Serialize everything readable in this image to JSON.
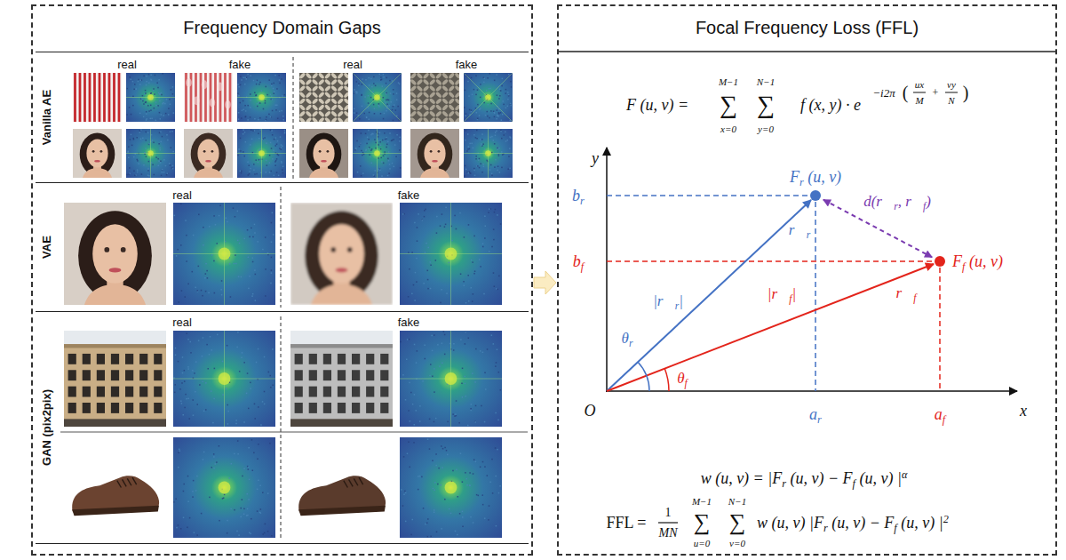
{
  "diagram": {
    "nodes": [
      {
        "text": [
          "Frequency Domain Gaps"
        ]
      },
      {
        "text": [
          "Vanilla AE"
        ],
        "in": 0
      },
      {
        "text": [
          "VAE"
        ],
        "in": 0
      },
      {
        "text": [
          "GAN (pix2pix)"
        ],
        "in": 0
      },
      {
        "text": [
          "Focal Frequency Loss (FFL)"
        ]
      },
      {
        "text": [
          "Fr (u, v)"
        ],
        "in": 4
      },
      {
        "text": [
          "Ff (u, v)"
        ],
        "in": 4
      }
    ],
    "edges": [
      {
        "from": 0,
        "to": 4,
        "arrow": "to"
      },
      {
        "from": 5,
        "to": 6,
        "arrow": "both",
        "label": "d(r⃗r, r⃗f)"
      }
    ],
    "labels": [
      "real",
      "fake",
      "real",
      "fake",
      "real",
      "fake",
      "real",
      "fake",
      "F (u, v) =",
      "M−1",
      "∑",
      "x=0",
      "N−1",
      "∑",
      "y=0",
      "f (x, y) · e",
      "−i2π",
      "(",
      "ux",
      "M",
      "+",
      "vy",
      "N",
      ")",
      "y",
      "br",
      "bf",
      "O",
      "ar",
      "af",
      "x",
      "r⃗r",
      "|r⃗r|",
      "r⃗f",
      "|r⃗f|",
      "θr",
      "θf",
      "w (u, v) = |Fr (u, v) − Ff (u, v) |α",
      "FFL =",
      "1",
      "MN",
      "M−1",
      "∑",
      "u=0",
      "N−1",
      "∑",
      "v=0",
      "w (u, v) |Fr (u, v) − Ff (u, v) |2"
    ]
  }
}
